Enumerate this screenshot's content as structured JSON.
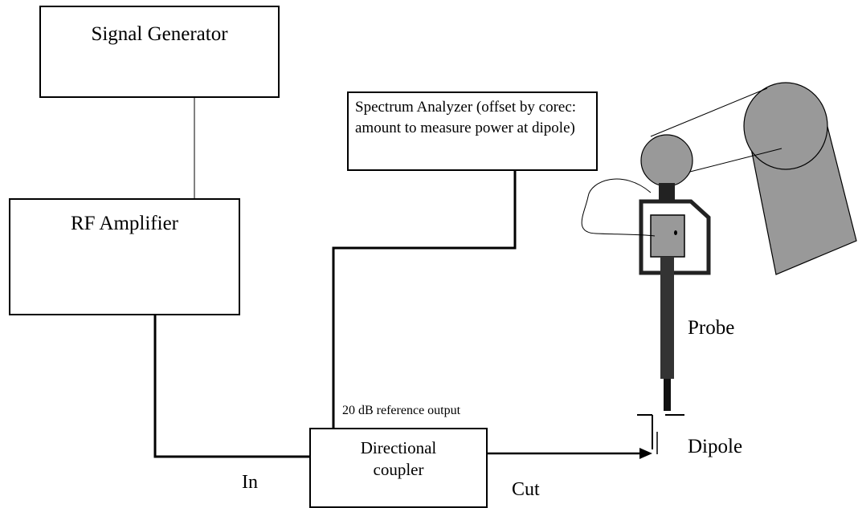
{
  "signal_generator": {
    "label": "Signal Generator"
  },
  "rf_amplifier": {
    "label": "RF Amplifier"
  },
  "spectrum_analyzer": {
    "label": "Spectrum Analyzer (offset by corec: amount to measure power at dipole)"
  },
  "directional_coupler": {
    "line1": "Directional",
    "line2": "coupler"
  },
  "labels": {
    "reference_output": "20 dB reference output",
    "in": "In",
    "out": "Cut",
    "probe": "Probe",
    "dipole": "Dipole"
  },
  "colors": {
    "line": "#000000",
    "box_border": "#000000",
    "robot_fill": "#999999",
    "probe_shaft": "#333333"
  }
}
